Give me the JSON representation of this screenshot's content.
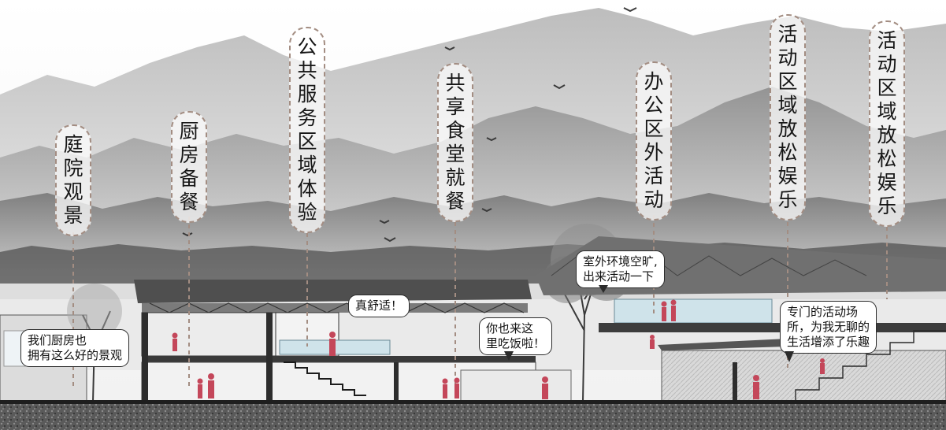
{
  "labels": {
    "courtyard": "庭院观景",
    "kitchen": "厨房备餐",
    "public_service": "公共服务区域体验",
    "dining": "共享食堂就餐",
    "office": "办公区外活动",
    "activity_1": "活动区域放松娱乐",
    "activity_2": "活动区域放松娱乐"
  },
  "bubbles": {
    "kitchen_view": "我们厨房也\n拥有这么好的景观",
    "comfortable": "真舒适！",
    "eat_here": "你也来这\n里吃饭啦！",
    "outdoor": "室外环境空旷,\n出来活动一下",
    "activity_place": "专门的活动场\n所，为我无聊的\n生活增添了乐趣"
  },
  "colors": {
    "figure": "#c4475a",
    "label_border": "#a38d82",
    "mountain_far": "#cfcfcf",
    "mountain_mid": "#9d9d9d",
    "mountain_near": "#6f6f6f",
    "ground": "#4a4a4a"
  }
}
